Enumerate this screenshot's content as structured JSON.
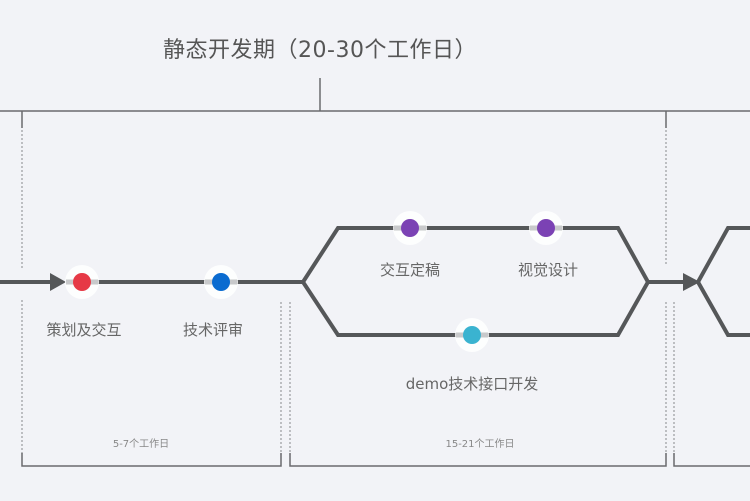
{
  "phase": {
    "title": "静态开发期（20-30个工作日）"
  },
  "milestones": [
    {
      "label": "策划及交互",
      "color": "#e63946"
    },
    {
      "label": "技术评审",
      "color": "#0a6bd0"
    },
    {
      "label": "交互定稿",
      "color": "#7b42b4"
    },
    {
      "label": "视觉设计",
      "color": "#7b42b4"
    },
    {
      "label": "demo技术接口开发",
      "color": "#3ab3d0"
    }
  ],
  "durations": [
    {
      "label": "5-7个工作日"
    },
    {
      "label": "15-21个工作日"
    }
  ],
  "colors": {
    "line": "#555759",
    "bracket": "#6a6b6e",
    "dotted": "#9a9b9e",
    "background": "#f2f3f7"
  }
}
